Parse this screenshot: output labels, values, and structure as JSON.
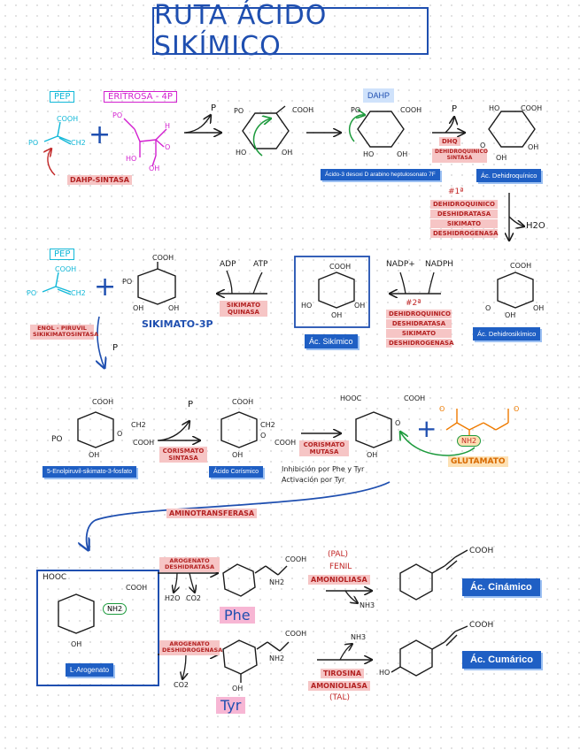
{
  "title": "RUTA ÁCIDO SIKÍMICO",
  "row1": {
    "pep": "PEP",
    "eritrosa": "ERITROSA - 4P",
    "dahp_sintasa": "DAHP-SINTASA",
    "p": "P",
    "dahp": "DAHP",
    "dhq": "DHQ",
    "dhq_enzyme": "DEHIDROQUINICO SINTASA",
    "acido_dahp": "Ácido-3 desoxi D arabino heptulosonato 7F",
    "ac_dehidroquinico": "Ác. Dehidroquínico"
  },
  "step1": {
    "num": "#1ª",
    "enzymes": [
      "DEHIDROQUINICO",
      "DESHIDRATASA",
      "SIKIMATO",
      "DESHIDROGENASA"
    ],
    "h2o": "H2O"
  },
  "row2": {
    "pep": "PEP",
    "sikimato_3p": "SIKIMATO-3P",
    "enol_enzyme": "ENOL - PIRUVIL SIKIKIMATOSINTASA",
    "adp": "ADP",
    "atp": "ATP",
    "quinasa": "SIKIMATO QUINASA",
    "ac_sikimico": "Ác. Sikímico",
    "nadp_plus": "NADP+",
    "nadph": "NADPH",
    "num2": "#2ª",
    "enzymes2": [
      "DEHIDROQUINICO",
      "DESHIDRATASA",
      "SIKIMATO",
      "DESHIDROGENASA"
    ],
    "ac_dehidrosikimico": "Ác. Dehidrosikímico",
    "p": "P"
  },
  "row3": {
    "fosfato": "5-Enolpiruvil-sikimato-3-fosfato",
    "corismato_sintasa": "CORISMATO SINTASA",
    "acido_corismico": "Ácido Corísmico",
    "corismato_mutasa": "CORISMATO MUTASA",
    "inhibicion": "Inhibición por Phe y Tyr",
    "activacion": "Activación por Tyr",
    "glutamato": "GLUTAMATO",
    "nh2": "NH2",
    "p": "P"
  },
  "aminotransferasa": "AMINOTRANSFERASA",
  "row4": {
    "l_arogenato": "L-Arogenato",
    "arogenato_dh": "AROGENATO DESHIDRATASA",
    "h2o": "H2O",
    "co2": "CO2",
    "phe": "Phe",
    "pal": "(PAL)",
    "fenil": "FENIL",
    "amonioliasa": "AMONIOLIASA",
    "nh3": "NH3",
    "ac_cinamico": "Ác. Cinámico"
  },
  "row5": {
    "arogenato_dg": "AROGENATO DESHIDROGENASA",
    "co2": "CO2",
    "tyr": "Tyr",
    "nh3": "NH3",
    "tirosina": "TIROSINA",
    "amonioliasa": "AMONIOLIASA",
    "tal": "(TAL)",
    "ac_cumarico": "Ác. Cumárico"
  },
  "chem": {
    "cooh": "COOH",
    "hooc": "HOOC",
    "oh": "OH",
    "ho": "HO",
    "po": "PO",
    "ch2": "CH2",
    "o": "O",
    "h": "H",
    "nh2": "NH2",
    "plus": "+"
  },
  "colors": {
    "blue": "#1f4fb0",
    "red": "#c22727",
    "cyan": "#11b8d8",
    "magenta": "#d21fcf",
    "orange": "#ef7b00",
    "green": "#1c9a3c",
    "box": "#1f5fc4"
  }
}
